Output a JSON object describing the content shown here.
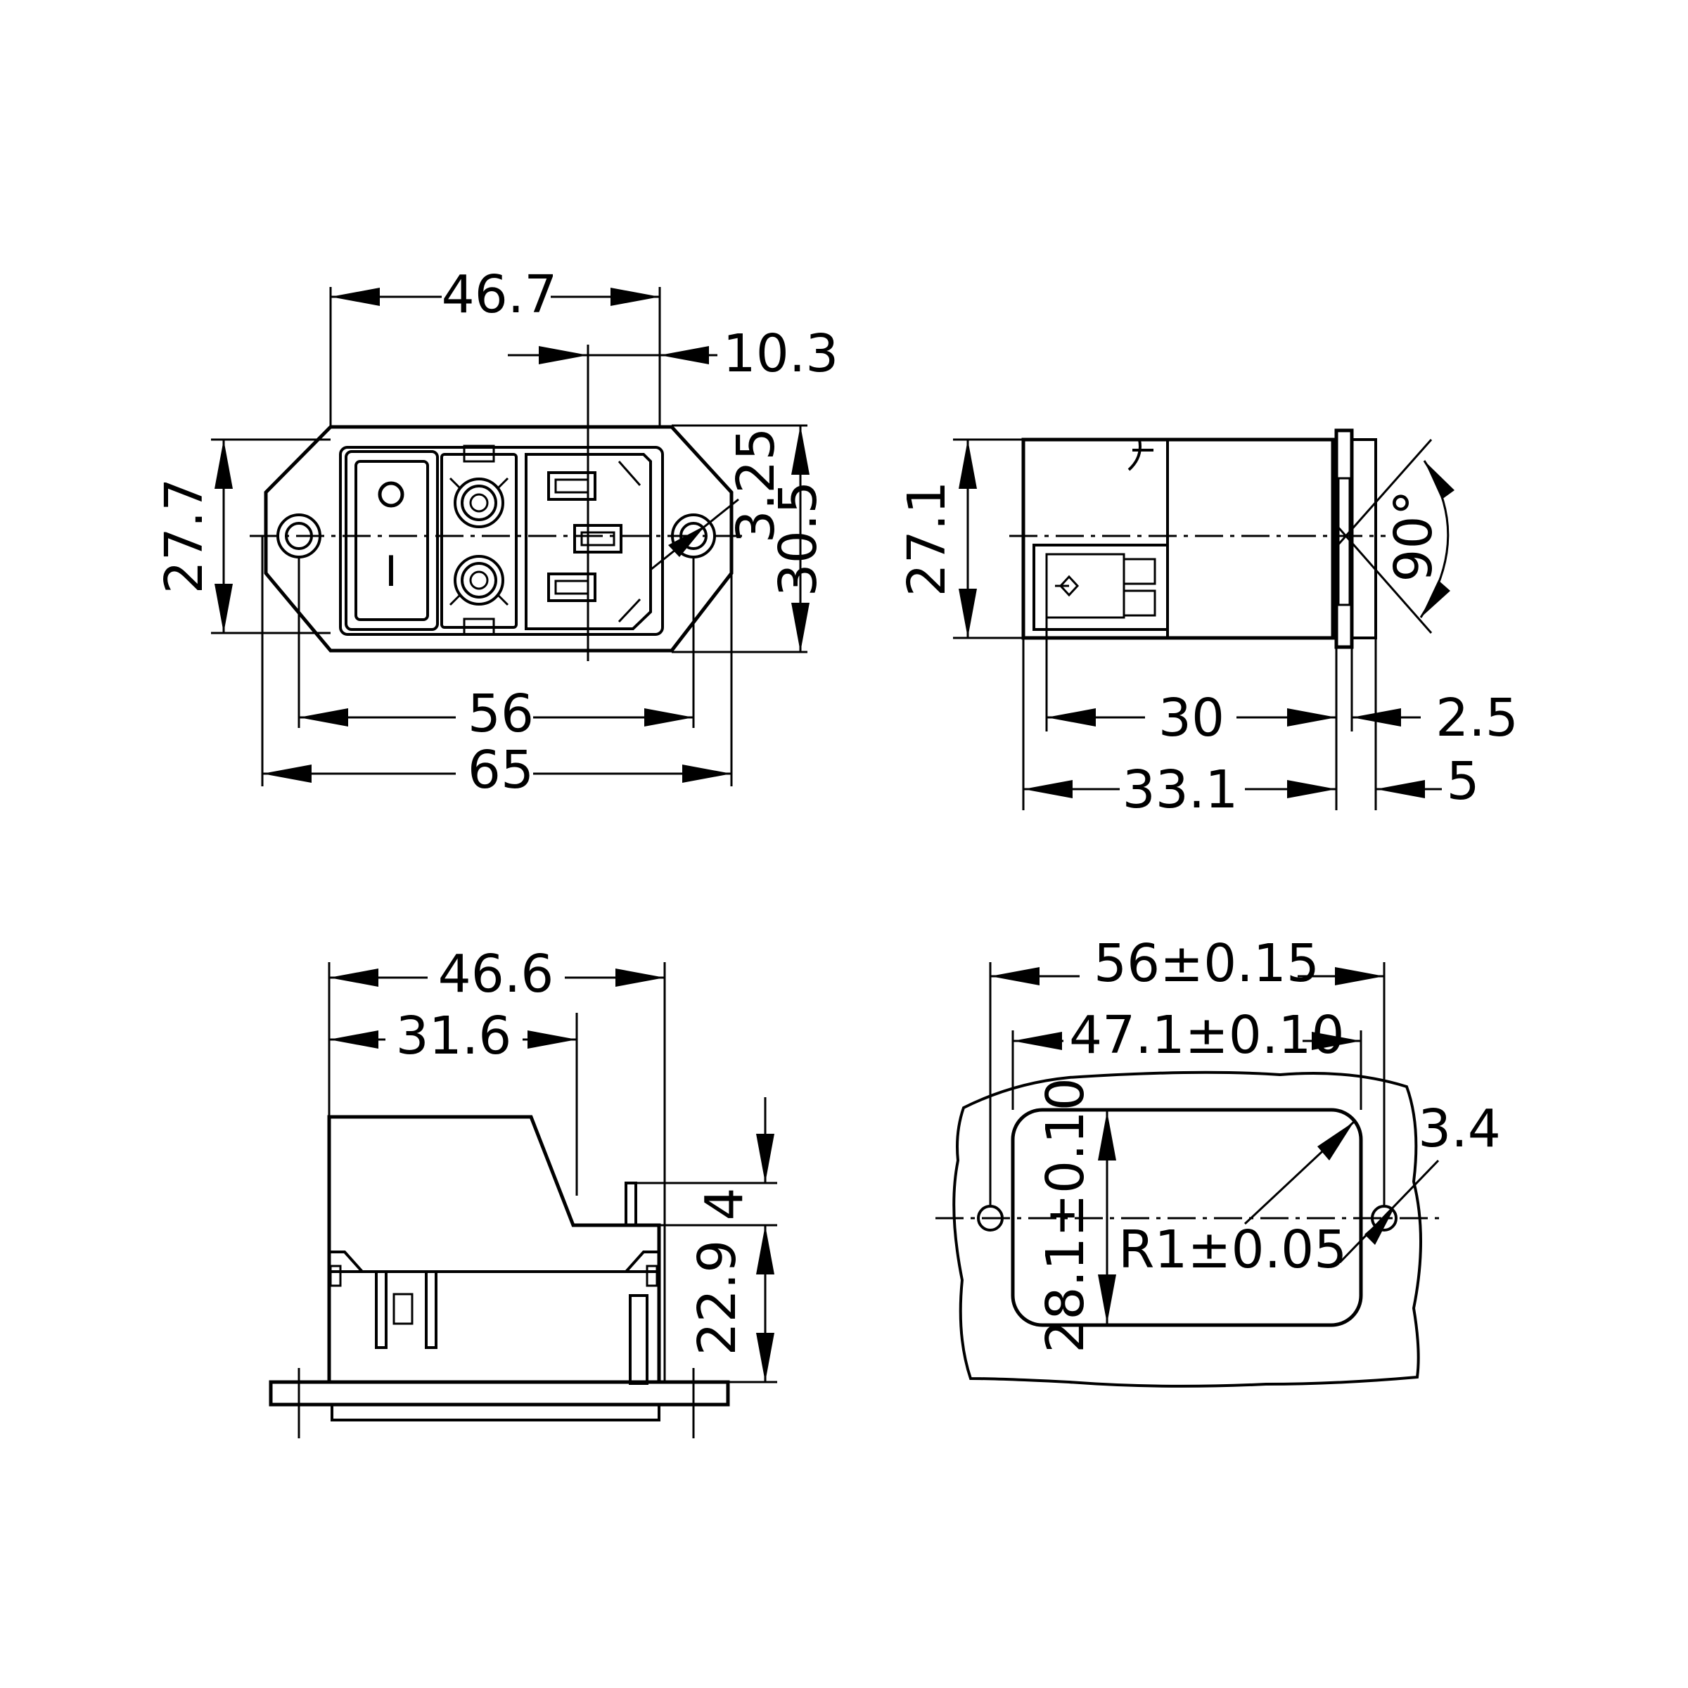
{
  "front_view": {
    "dim_overall_flange_top": "46.7",
    "dim_earth_pin_offset": "10.3",
    "dim_body_height": "27.7",
    "dim_hole_dia": "3.25",
    "dim_flange_height": "30.5",
    "dim_hole_spacing": "56",
    "dim_overall_width": "65",
    "switch_mark": "I"
  },
  "side_view": {
    "dim_height": "27.1",
    "dim_depth_to_flange": "30",
    "dim_flange_thickness": "2.5",
    "dim_total_depth": "33.1",
    "dim_front_projection": "5",
    "dim_angle": "90°"
  },
  "bottom_view": {
    "dim_total_length": "46.6",
    "dim_step_length": "31.6",
    "dim_step_height": "4",
    "dim_body_depth": "22.9"
  },
  "panel_cutout": {
    "dim_hole_spacing": "56±0.15",
    "dim_cutout_width": "47.1±0.10",
    "dim_cutout_height": "28.1±0.10",
    "dim_corner_radius": "R1±0.05",
    "dim_hole_dia": "3.4"
  }
}
